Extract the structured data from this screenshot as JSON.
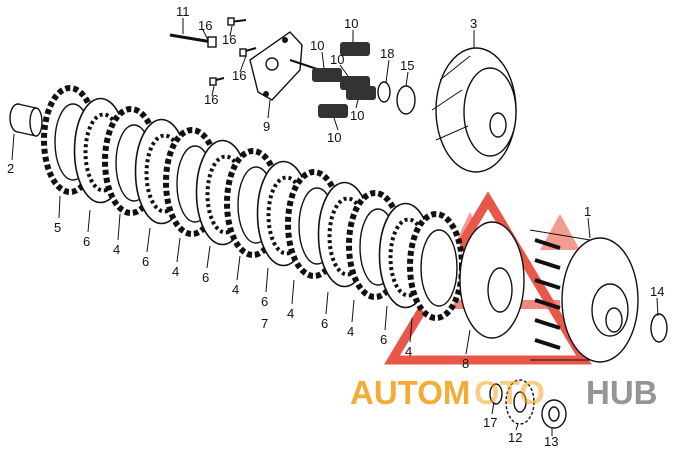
{
  "diagram": {
    "labels": [
      {
        "id": "lbl-11",
        "text": "11"
      },
      {
        "id": "lbl-16a",
        "text": "16"
      },
      {
        "id": "lbl-16b",
        "text": "16"
      },
      {
        "id": "lbl-16c",
        "text": "16"
      },
      {
        "id": "lbl-16d",
        "text": "16"
      },
      {
        "id": "lbl-10a",
        "text": "10"
      },
      {
        "id": "lbl-10b",
        "text": "10"
      },
      {
        "id": "lbl-10c",
        "text": "10"
      },
      {
        "id": "lbl-10d",
        "text": "10"
      },
      {
        "id": "lbl-10e",
        "text": "10"
      },
      {
        "id": "lbl-18",
        "text": "18"
      },
      {
        "id": "lbl-15",
        "text": "15"
      },
      {
        "id": "lbl-3",
        "text": "3"
      },
      {
        "id": "lbl-9",
        "text": "9"
      },
      {
        "id": "lbl-2",
        "text": "2"
      },
      {
        "id": "lbl-5",
        "text": "5"
      },
      {
        "id": "lbl-6a",
        "text": "6"
      },
      {
        "id": "lbl-4a",
        "text": "4"
      },
      {
        "id": "lbl-6b",
        "text": "6"
      },
      {
        "id": "lbl-4b",
        "text": "4"
      },
      {
        "id": "lbl-6c",
        "text": "6"
      },
      {
        "id": "lbl-4c",
        "text": "4"
      },
      {
        "id": "lbl-6d",
        "text": "6"
      },
      {
        "id": "lbl-7",
        "text": "7"
      },
      {
        "id": "lbl-4d",
        "text": "4"
      },
      {
        "id": "lbl-6e",
        "text": "6"
      },
      {
        "id": "lbl-4e",
        "text": "4"
      },
      {
        "id": "lbl-6f",
        "text": "6"
      },
      {
        "id": "lbl-4f",
        "text": "4"
      },
      {
        "id": "lbl-8",
        "text": "8"
      },
      {
        "id": "lbl-1",
        "text": "1"
      },
      {
        "id": "lbl-14",
        "text": "14"
      },
      {
        "id": "lbl-17",
        "text": "17"
      },
      {
        "id": "lbl-12",
        "text": "12"
      },
      {
        "id": "lbl-13",
        "text": "13"
      }
    ]
  },
  "watermark": {
    "part1": "AUTOM",
    "part2": "OTO",
    "part3": "HUB",
    "color_orange": "#f4a21f",
    "color_gray": "#8a8a8a",
    "color_red": "#e63a2a"
  }
}
